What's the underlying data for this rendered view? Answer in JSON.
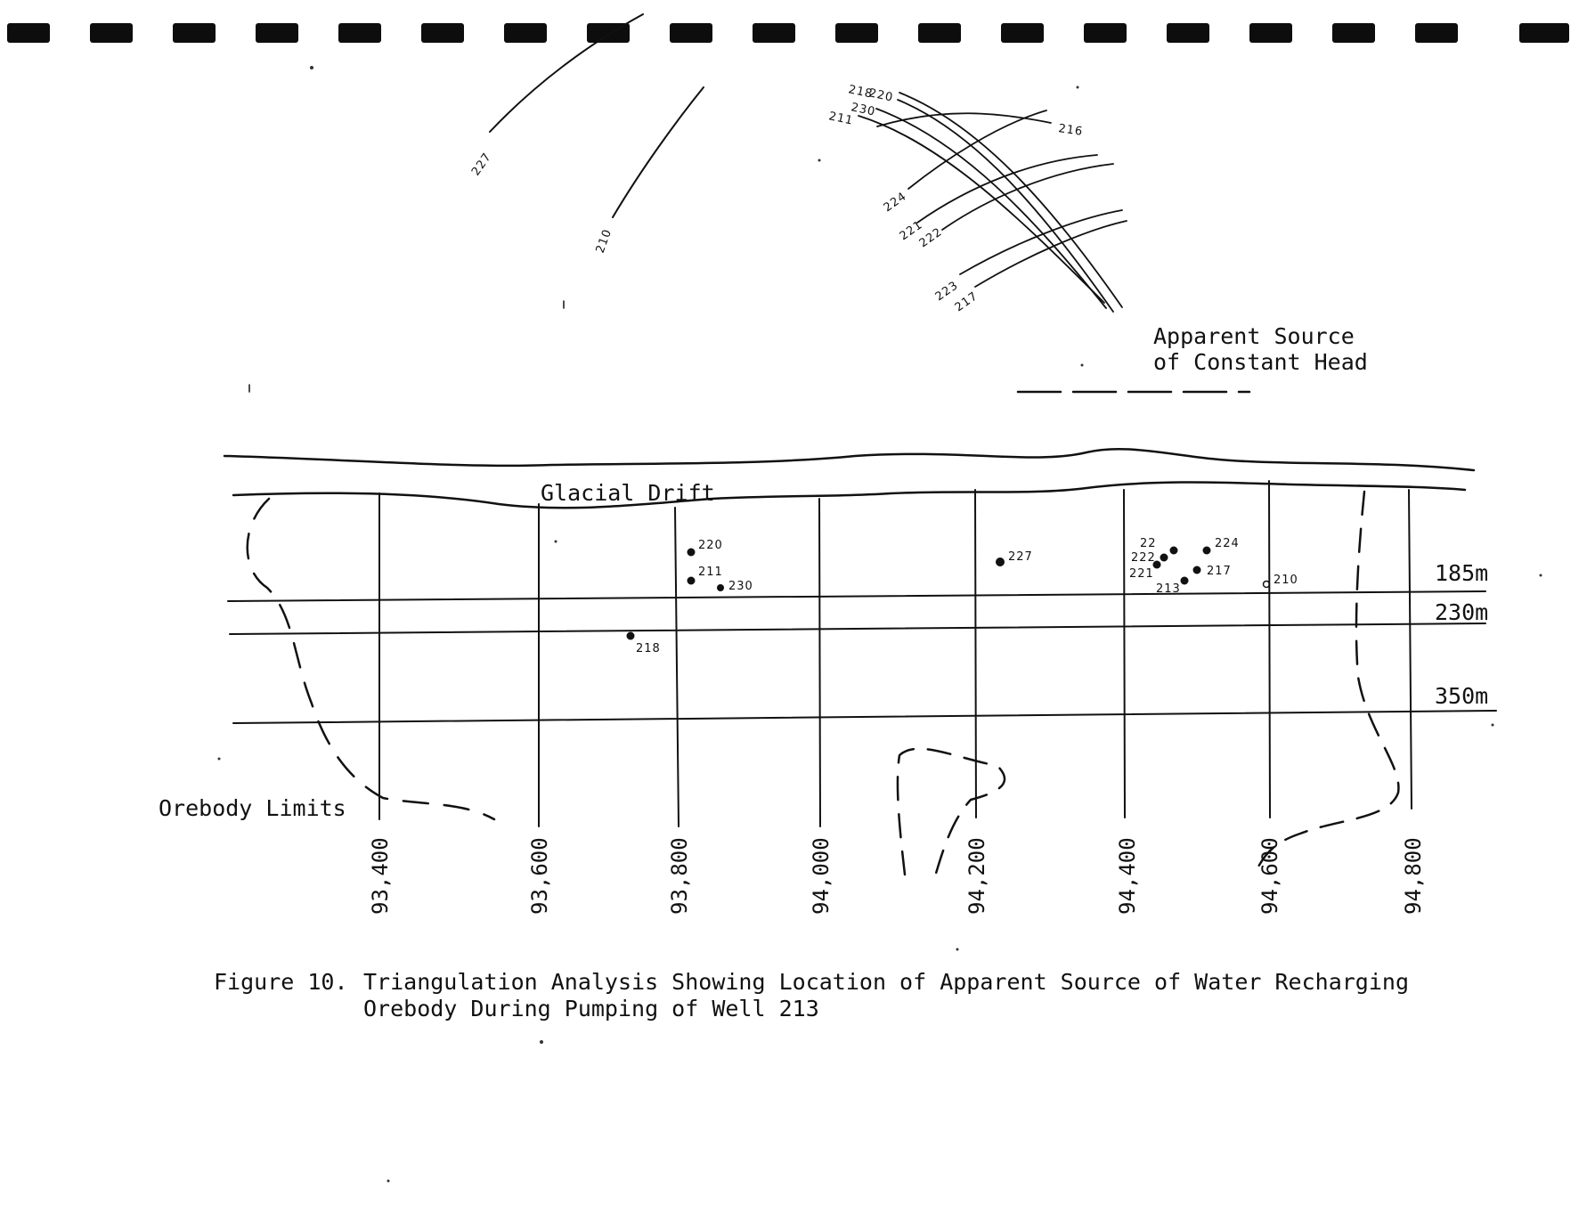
{
  "figure": {
    "number_label": "Figure 10.",
    "title_line1": "Triangulation Analysis Showing Location of Apparent Source of Water Recharging",
    "title_line2": "Orebody During Pumping of Well 213"
  },
  "annotations": {
    "source_line1": "Apparent Source",
    "source_line2": "of Constant Head",
    "glacial_drift": "Glacial Drift",
    "orebody_limits": "Orebody Limits"
  },
  "depth_labels": [
    "185m",
    "230m",
    "350m"
  ],
  "easting_labels": [
    "93,400",
    "93,600",
    "93,800",
    "94,000",
    "94,200",
    "94,400",
    "94,600",
    "94,800"
  ],
  "wells": [
    {
      "id": "220",
      "label": "220"
    },
    {
      "id": "211",
      "label": "211"
    },
    {
      "id": "230",
      "label": "230"
    },
    {
      "id": "218",
      "label": "218"
    },
    {
      "id": "227",
      "label": "227"
    },
    {
      "id": "22",
      "label": "22"
    },
    {
      "id": "222",
      "label": "222"
    },
    {
      "id": "221",
      "label": "221"
    },
    {
      "id": "213",
      "label": "213"
    },
    {
      "id": "224",
      "label": "224"
    },
    {
      "id": "217",
      "label": "217"
    },
    {
      "id": "210",
      "label": "210"
    }
  ],
  "arc_labels": {
    "a227": "227",
    "a210": "210",
    "a218": "218",
    "a220": "220",
    "a230": "230",
    "a211": "211",
    "a216": "216",
    "a224": "224",
    "a221": "221",
    "a222": "222",
    "a223": "223",
    "a217": "217"
  }
}
